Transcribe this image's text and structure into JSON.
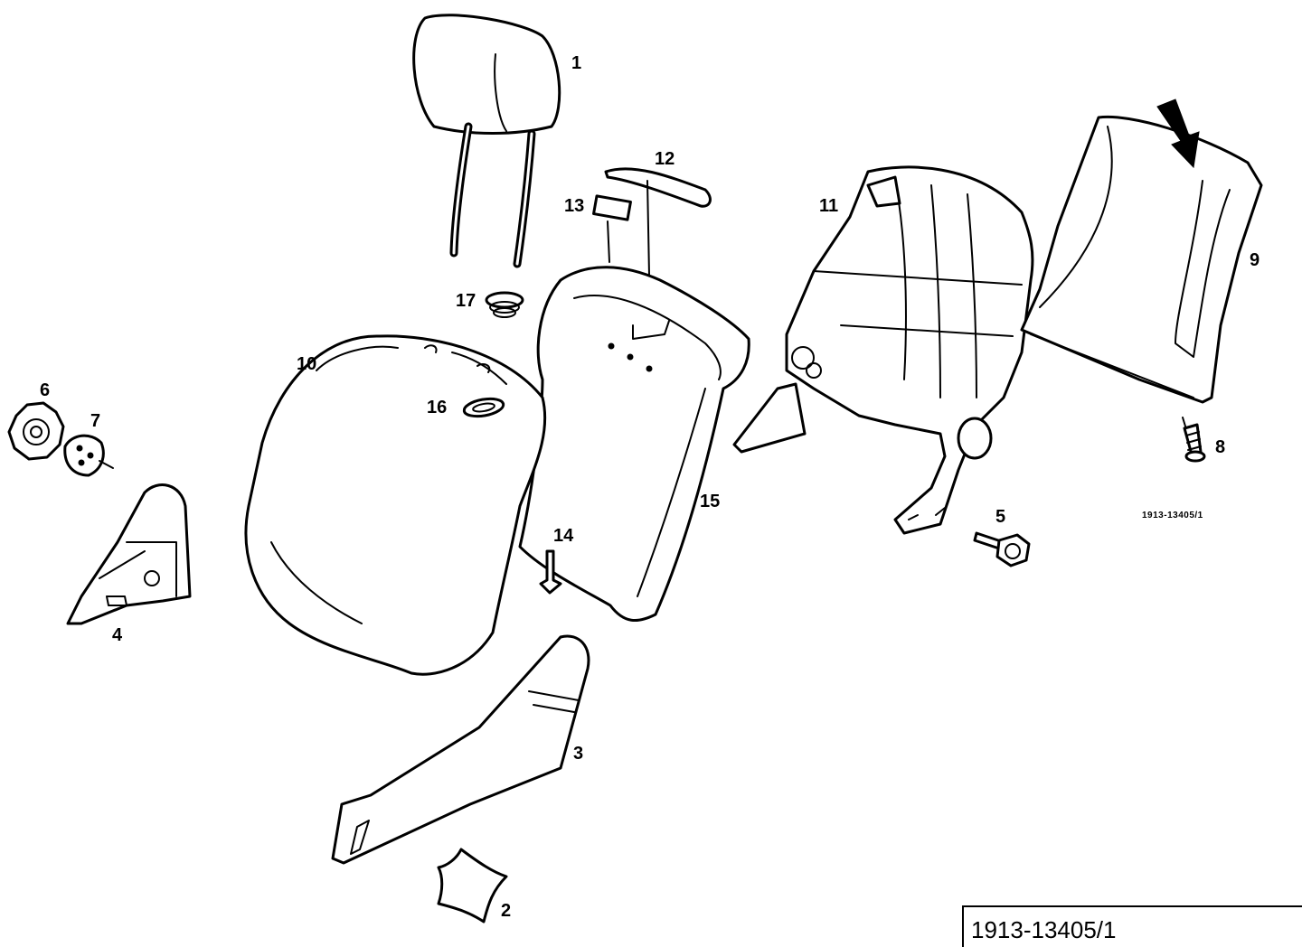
{
  "callouts": [
    {
      "id": "1",
      "text": "1"
    },
    {
      "id": "2",
      "text": "2"
    },
    {
      "id": "3",
      "text": "3"
    },
    {
      "id": "4",
      "text": "4"
    },
    {
      "id": "5",
      "text": "5"
    },
    {
      "id": "6",
      "text": "6"
    },
    {
      "id": "7",
      "text": "7"
    },
    {
      "id": "8",
      "text": "8"
    },
    {
      "id": "9",
      "text": "9"
    },
    {
      "id": "10",
      "text": "10"
    },
    {
      "id": "11",
      "text": "11"
    },
    {
      "id": "12",
      "text": "12"
    },
    {
      "id": "13",
      "text": "13"
    },
    {
      "id": "14",
      "text": "14"
    },
    {
      "id": "15",
      "text": "15"
    },
    {
      "id": "16",
      "text": "16"
    },
    {
      "id": "17",
      "text": "17"
    }
  ],
  "small_reference": "1913-13405/1",
  "reference_box": "1913-13405/1"
}
